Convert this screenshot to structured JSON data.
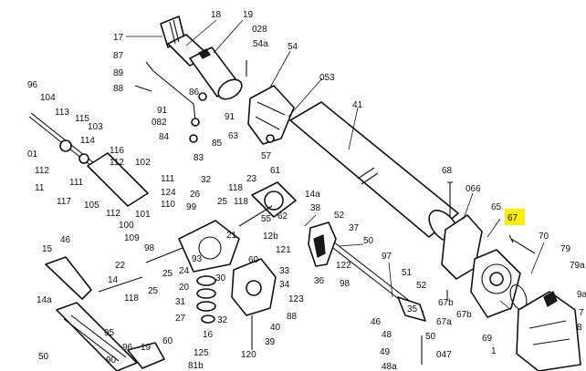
{
  "highlight_color": "#fff000",
  "labels": {
    "l18": "18",
    "l19": "19",
    "l028": "028",
    "l17": "17",
    "l54a": "54a",
    "l54": "54",
    "l87": "87",
    "l89": "89",
    "l88": "88",
    "l86": "86",
    "l053": "053",
    "l41": "41",
    "l96": "96",
    "l104": "104",
    "l113": "113",
    "l115": "115",
    "l103": "103",
    "l91a": "91",
    "l91b": "91",
    "l082": "082",
    "l84": "84",
    "l85": "85",
    "l63": "63",
    "l01": "01",
    "l114": "114",
    "l116": "116",
    "l112a": "112",
    "l102": "102",
    "l57": "57",
    "l83": "83",
    "l11": "11",
    "l111": "111",
    "l117": "117",
    "l105": "105",
    "l124": "124",
    "l110": "110",
    "l23": "23",
    "l61": "61",
    "l32a": "32",
    "l118a": "118",
    "l26": "26",
    "l14a": "14a",
    "l68": "68",
    "l066": "066",
    "l65": "65",
    "l67": "67",
    "l112b": "112",
    "l101": "101",
    "l99": "99",
    "l100": "100",
    "l25a": "25",
    "l55": "55",
    "l62": "62",
    "l38": "38",
    "l52": "52",
    "l109": "109",
    "l98a": "98",
    "l21": "21",
    "l12b": "12b",
    "l37": "37",
    "l50a": "50",
    "l70": "70",
    "l79": "79",
    "l46a": "46",
    "l15": "15",
    "l121": "121",
    "l97": "97",
    "l79a": "79a",
    "l22": "22",
    "l93": "93",
    "l30": "30",
    "l60a": "60",
    "l36": "36",
    "l122": "122",
    "l98b": "98",
    "l51": "51",
    "l14b": "14",
    "l118b": "118",
    "l25b": "25",
    "l24": "24",
    "l33": "33",
    "l34": "34",
    "l52b": "52",
    "l14a2": "14a",
    "l20": "20",
    "l123": "123",
    "l31": "31",
    "l35": "35",
    "l48": "48",
    "l67a": "67a",
    "l67b": "67b",
    "l69": "69",
    "l9a": "9a",
    "l7x": "7",
    "l27": "27",
    "l32b": "32",
    "l88b": "88",
    "l46b": "46",
    "l16": "16",
    "l40": "40",
    "l95": "95",
    "l50b": "50",
    "l96b": "96",
    "l19b": "19",
    "l60b": "60",
    "l39": "39",
    "l49": "49",
    "l047": "047",
    "l1": "1",
    "l90": "90",
    "l125": "125",
    "l81b": "81b",
    "l120": "120",
    "l48a": "48a",
    "l8x": "8"
  }
}
